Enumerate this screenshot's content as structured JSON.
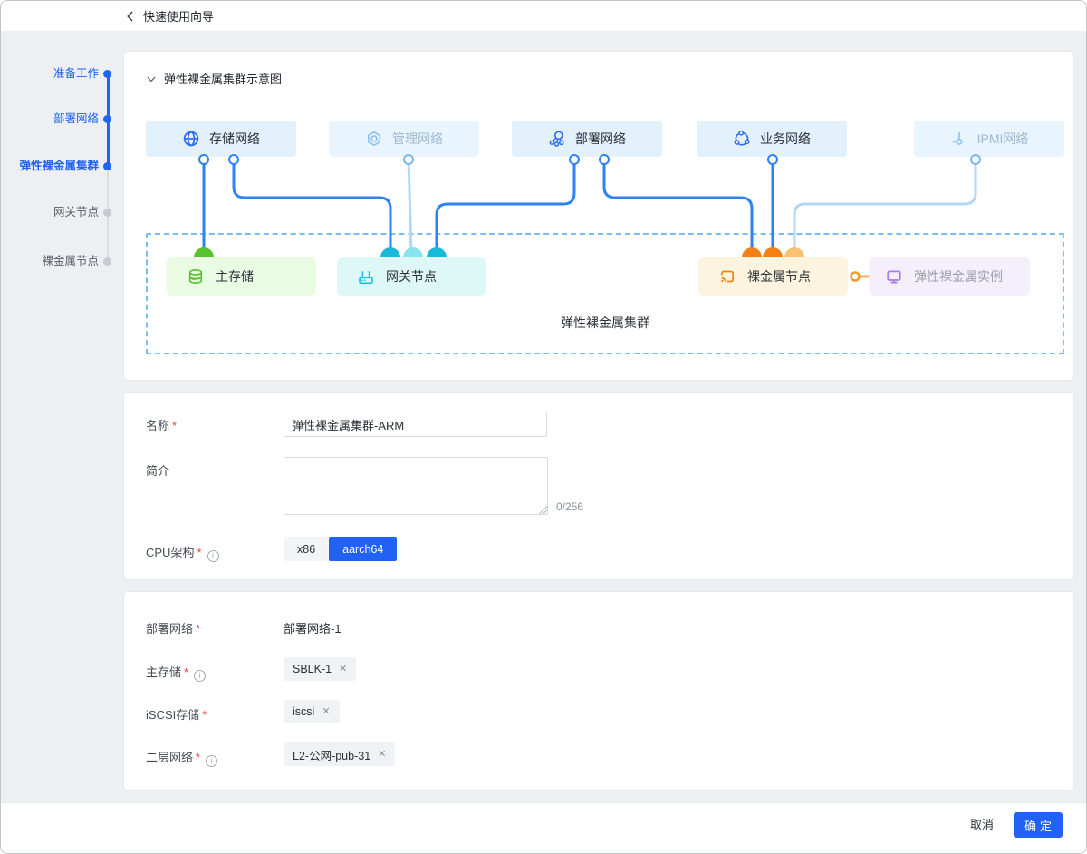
{
  "header": {
    "title": "快速使用向导"
  },
  "stepper": [
    {
      "label": "准备工作",
      "state": "done"
    },
    {
      "label": "部署网络",
      "state": "done"
    },
    {
      "label": "弹性裸金属集群",
      "state": "current"
    },
    {
      "label": "网关节点",
      "state": "pending"
    },
    {
      "label": "裸金属节点",
      "state": "pending"
    }
  ],
  "diagram": {
    "section_title": "弹性裸金属集群示意图",
    "cluster_label": "弹性裸金属集群",
    "top_nodes": [
      {
        "label": "存储网络",
        "icon": "globe-icon",
        "state": "active"
      },
      {
        "label": "管理网络",
        "icon": "nut-icon",
        "state": "disabled"
      },
      {
        "label": "部署网络",
        "icon": "cluster-icon",
        "state": "active"
      },
      {
        "label": "业务网络",
        "icon": "ring-nodes-icon",
        "state": "active"
      },
      {
        "label": "IPMI网络",
        "icon": "probe-icon",
        "state": "disabled"
      }
    ],
    "bottom_nodes": [
      {
        "label": "主存储",
        "icon": "database-icon",
        "color": "#56c22d"
      },
      {
        "label": "网关节点",
        "icon": "router-icon",
        "color": "#18b9d9"
      },
      {
        "label": "裸金属节点",
        "icon": "cast-icon",
        "color": "#f57f17"
      },
      {
        "label": "弹性裸金属实例",
        "icon": "monitor-icon",
        "color": "#a57ce8"
      }
    ]
  },
  "form_basic": {
    "name_label": "名称",
    "name_value": "弹性裸金属集群-ARM",
    "desc_label": "简介",
    "desc_value": "",
    "desc_counter": "0/256",
    "cpu_label": "CPU架构",
    "cpu_options": [
      {
        "label": "x86",
        "selected": false
      },
      {
        "label": "aarch64",
        "selected": true
      }
    ]
  },
  "form_network": {
    "deploy_label": "部署网络",
    "deploy_value": "部署网络-1",
    "primary_storage_label": "主存储",
    "primary_storage_tag": "SBLK-1",
    "iscsi_label": "iSCSI存储",
    "iscsi_tag": "iscsi",
    "l2_label": "二层网络",
    "l2_tag": "L2-公网-pub-31"
  },
  "footer": {
    "cancel_label": "取消",
    "confirm_label": "确定"
  },
  "glyphs": {
    "required": "*",
    "close": "✕",
    "info": "i"
  },
  "colors": {
    "accent_blue": "#2161f3",
    "line_blue": "#2f82f4",
    "line_light_blue": "#b3d7f5",
    "green": "#56c22d",
    "cyan": "#18b9d9",
    "light_cyan": "#87e5ef",
    "orange": "#f57f17",
    "light_orange": "#f9c171",
    "purple": "#a57ce8"
  }
}
